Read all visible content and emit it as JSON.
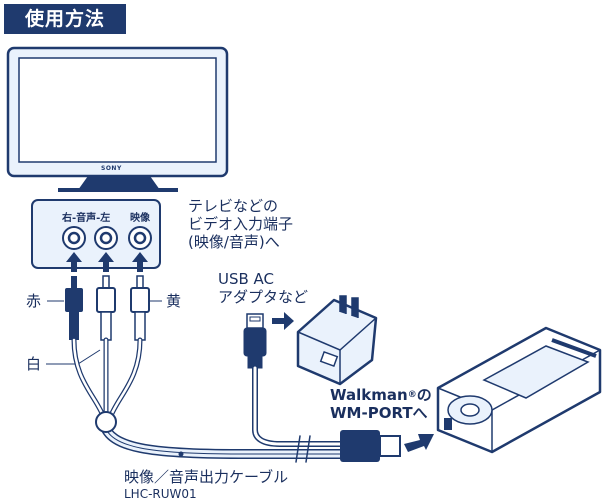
{
  "header": {
    "title": "使用方法"
  },
  "tv": {
    "brand": "SONY"
  },
  "jack_panel": {
    "label_right_left": "右-音声-左",
    "label_video": "映像"
  },
  "tv_input_label": [
    "テレビなどの",
    "ビデオ入力端子",
    "(映像/音声)へ"
  ],
  "plug_colors": {
    "red": "赤",
    "white": "白",
    "yellow": "黄"
  },
  "adapter_label": [
    "USB AC",
    "アダプタなど"
  ],
  "walkman_label": {
    "brand": "Walkman",
    "reg": "®",
    "suffix": "の",
    "port": "WM-PORTへ"
  },
  "cable_label": {
    "name": "映像／音声出力ケーブル",
    "model": "LHC-RUW01"
  },
  "colors": {
    "ink": "#1f3a6e",
    "fill": "#e6f0fb",
    "accent": "#1f3a6e"
  }
}
